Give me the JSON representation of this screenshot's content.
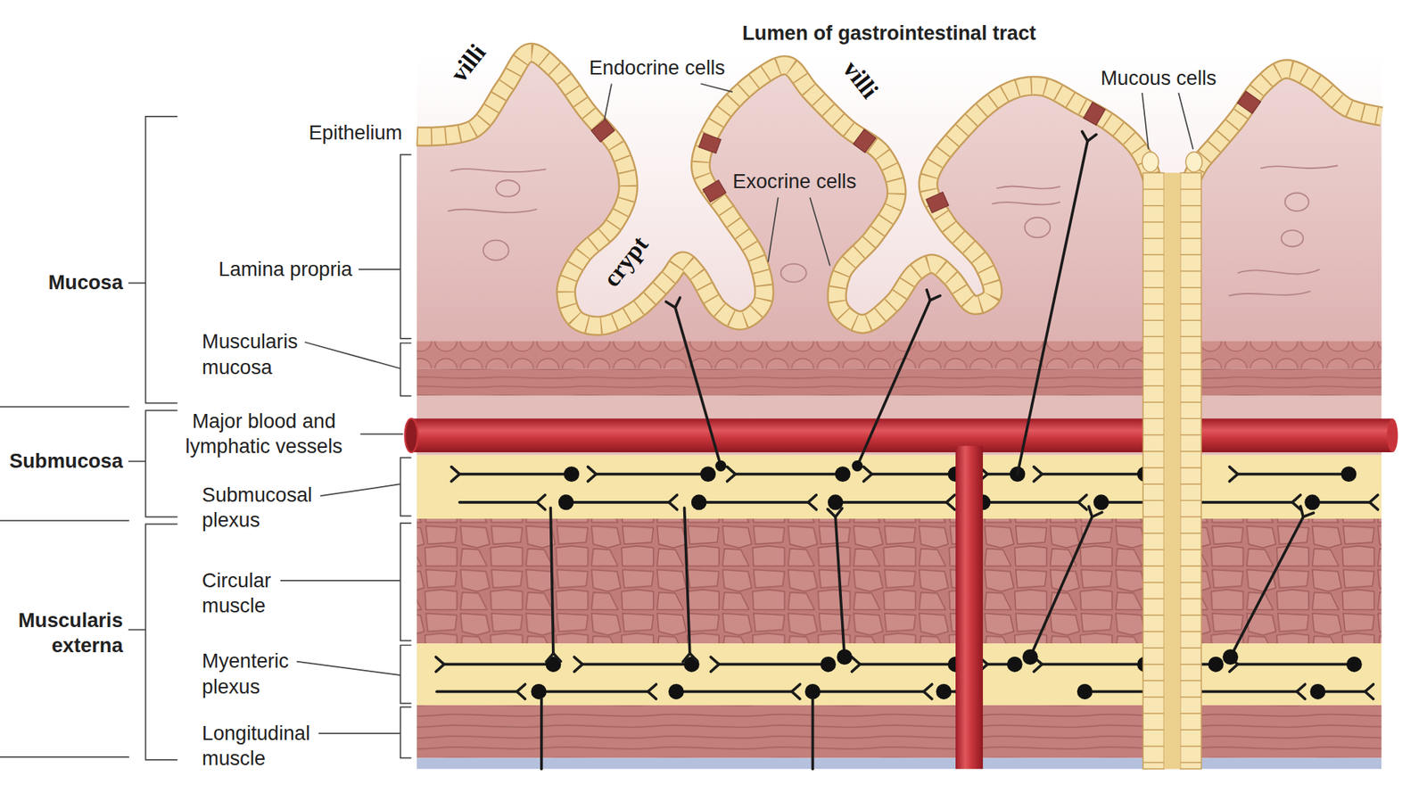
{
  "diagram": {
    "labels": [
      "Lumen of gastrointestinal tract",
      "villi",
      "Endocrine cells",
      "villi",
      "Mucous cells",
      "Epithelium",
      "Exocrine cells",
      "crypt",
      "Mucosa",
      "Lamina propria",
      "Muscularis mucosa",
      "Submucosa",
      "Major blood and lymphatic vessels",
      "Submucosal plexus",
      "Circular muscle",
      "Muscularis externa",
      "Myenteric plexus",
      "Longitudinal muscle"
    ]
  }
}
